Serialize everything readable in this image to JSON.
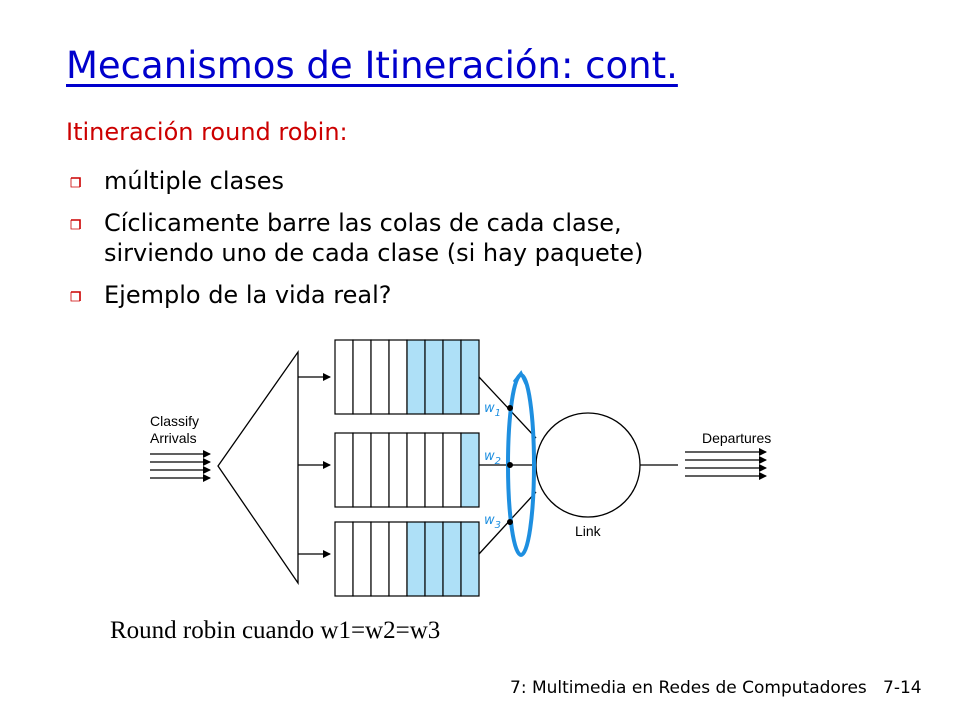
{
  "title": "Mecanismos de Itineración: cont.",
  "subtitle": "Itineración round robin:",
  "bullets": [
    {
      "lines": [
        "múltiple clases"
      ]
    },
    {
      "lines": [
        "Cíclicamente barre las colas de cada clase,",
        "sirviendo uno de cada clase (si hay paquete)"
      ]
    },
    {
      "lines": [
        "Ejemplo de la vida real?"
      ]
    }
  ],
  "diagram": {
    "classify_label_1": "Classify",
    "classify_label_2": "Arrivals",
    "departures_label": "Departures",
    "link_label": "Link",
    "weights": [
      "w",
      "w",
      "w"
    ],
    "weight_subscripts": [
      "1",
      "2",
      "3"
    ],
    "queues": [
      {
        "filled_slots": 4,
        "total_slots": 8
      },
      {
        "filled_slots": 1,
        "total_slots": 8
      },
      {
        "filled_slots": 4,
        "total_slots": 8
      }
    ],
    "colors": {
      "queue_fill": "#aee0f7",
      "scheduler_ring": "#1e8fe0"
    }
  },
  "caption": "Round robin cuando w1=w2=w3",
  "footer": {
    "course": "7: Multimedia en Redes de Computadores",
    "page": "7-14"
  },
  "colors": {
    "title": "#0000cc",
    "subtitle": "#cc0000",
    "bullet": "#cc0000"
  }
}
